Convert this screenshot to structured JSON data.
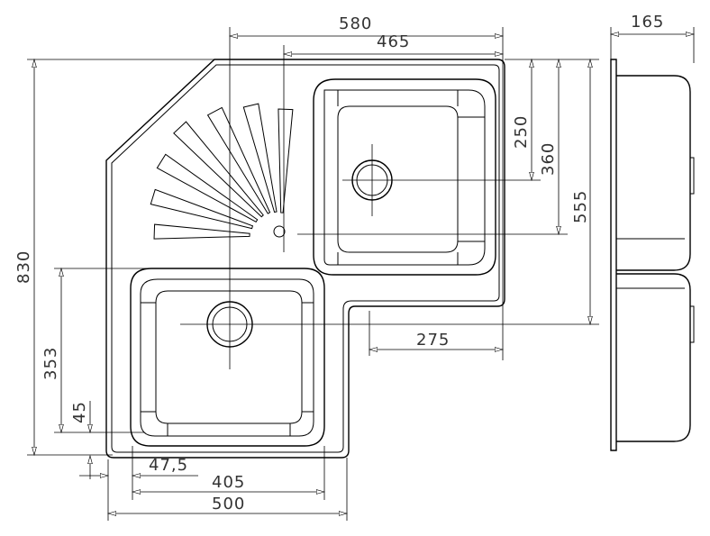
{
  "drawing": {
    "dimensions": {
      "overall_width_top": "580",
      "bowl_span_top": "465",
      "depth_side": "165",
      "drain_offset_right": "250",
      "bowl_height_right": "360",
      "right_wing_height": "555",
      "overall_height": "830",
      "left_drain_height": "353",
      "left_bowl_offset": "45",
      "left_edge_offset": "47,5",
      "left_bowl_width": "405",
      "left_wing_width": "500",
      "right_notch_width": "275"
    }
  }
}
